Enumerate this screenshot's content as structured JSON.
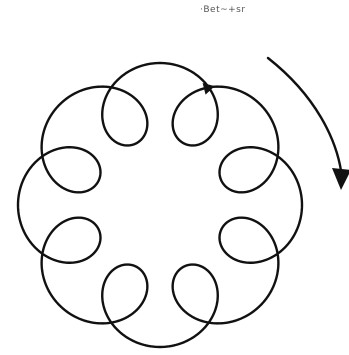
{
  "caption": "·Bet~+sr",
  "colors": {
    "stroke": "#111111",
    "background": "#ffffff",
    "caption": "#555555"
  },
  "diagram": {
    "curve": "epitrochoid",
    "loops": 8,
    "rotation_arrow": "clockwise"
  }
}
